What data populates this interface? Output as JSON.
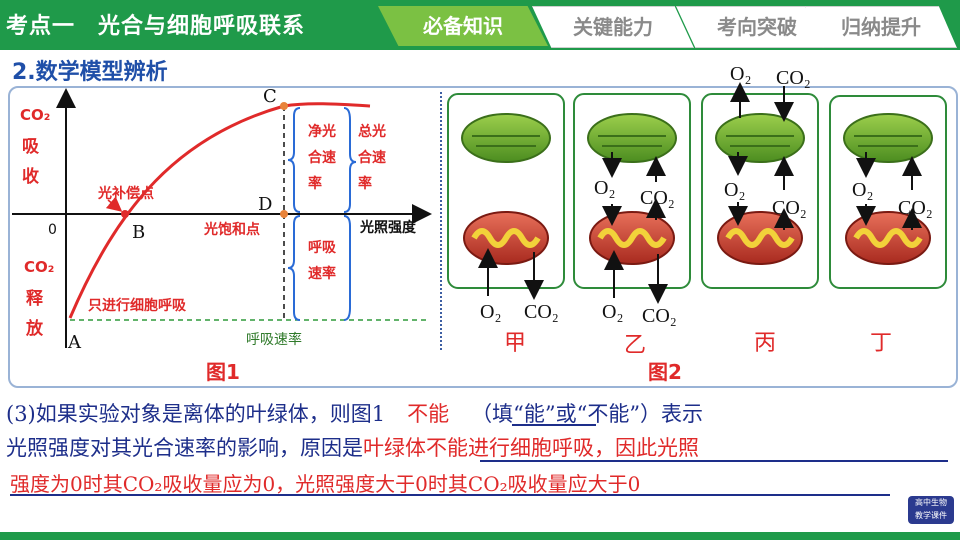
{
  "header": {
    "title": "考点一　光合与细胞呼吸联系",
    "tabs": [
      {
        "label": "必备知识",
        "active": true
      },
      {
        "label": "关键能力",
        "active": false
      },
      {
        "label": "考向突破",
        "active": false
      },
      {
        "label": "归纳提升",
        "active": false
      }
    ]
  },
  "section_heading": "2.数学模型辨析",
  "figure1": {
    "caption": "图1",
    "ylabel_top": [
      "CO₂",
      "吸",
      "收"
    ],
    "ylabel_bottom": [
      "CO₂",
      "释",
      "放"
    ],
    "xlabel": "光照强度",
    "origin": "0",
    "points": {
      "A": "A",
      "B": "B",
      "C": "C",
      "D": "D"
    },
    "labels": {
      "compensation": "光补偿点",
      "saturation": "光饱和点",
      "respiration_only": "只进行细胞呼吸",
      "respiration_rate": "呼吸速率",
      "net_rate": "净光合速率",
      "total_rate": "总光合速率",
      "resp_brace": "呼吸速率"
    }
  },
  "figure2": {
    "caption": "图2",
    "cells": [
      {
        "name": "甲",
        "o2": "O₂",
        "co2": "CO₂"
      },
      {
        "name": "乙",
        "o2": "O₂",
        "co2": "CO₂",
        "o2_mid": "O₂",
        "co2_mid": "CO₂"
      },
      {
        "name": "丙",
        "o2_top": "O₂",
        "co2_top": "CO₂",
        "o2_mid": "O₂",
        "co2_mid": "CO₂"
      },
      {
        "name": "丁",
        "o2_mid": "O₂",
        "co2_mid": "CO₂"
      }
    ]
  },
  "question": {
    "line1_prefix": "(3)如果实验对象是离体的叶绿体，则图1",
    "line1_answer": "不能",
    "line1_suffix": "（填“能”或“不能”）表示",
    "line2_prefix": "光照强度对其光合速率的影响，原因是",
    "line2_answer": "叶绿体不能进行细胞呼吸，因此光照",
    "line3_answer": "强度为0时其CO₂吸收量应为0，光照强度大于0时其CO₂吸收量应大于0"
  },
  "logo": {
    "line1": "高中生物",
    "line2": "教学课件"
  }
}
